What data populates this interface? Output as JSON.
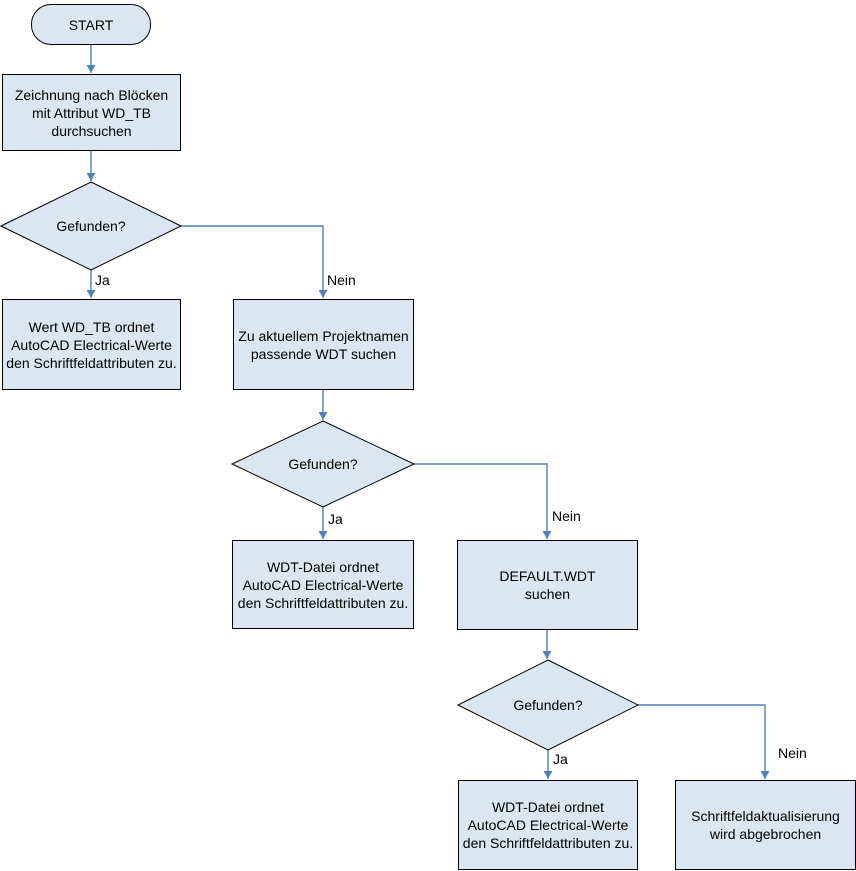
{
  "diagram": {
    "colors": {
      "node_fill": "#dce6f2",
      "node_border": "#000000",
      "connector": "#4f81bd",
      "text": "#000000",
      "background": "#ffffff"
    },
    "nodes": {
      "start": {
        "type": "terminator",
        "label": "START"
      },
      "scan_blocks": {
        "type": "process",
        "label": "Zeichnung nach Blöcken\nmit Attribut WD_TB\ndurchsuchen"
      },
      "decision_1": {
        "type": "decision",
        "label": "Gefunden?"
      },
      "assign_wd_tb": {
        "type": "process",
        "label": "Wert WD_TB ordnet\nAutoCAD Electrical-Werte\nden Schriftfeldattributen zu."
      },
      "search_project_wdt": {
        "type": "process",
        "label": "Zu aktuellem Projektnamen\npassende WDT suchen"
      },
      "decision_2": {
        "type": "decision",
        "label": "Gefunden?"
      },
      "assign_wdt_file_1": {
        "type": "process",
        "label": "WDT-Datei ordnet\nAutoCAD Electrical-Werte\nden Schriftfeldattributen zu."
      },
      "search_default_wdt": {
        "type": "process",
        "label": "DEFAULT.WDT\nsuchen"
      },
      "decision_3": {
        "type": "decision",
        "label": "Gefunden?"
      },
      "assign_wdt_file_2": {
        "type": "process",
        "label": "WDT-Datei ordnet\nAutoCAD Electrical-Werte\nden Schriftfeldattributen zu."
      },
      "abort_update": {
        "type": "process",
        "label": "Schriftfeldaktualisierung\nwird abgebrochen"
      }
    },
    "edge_labels": {
      "decision_1_yes": "Ja",
      "decision_1_no": "Nein",
      "decision_2_yes": "Ja",
      "decision_2_no": "Nein",
      "decision_3_yes": "Ja",
      "decision_3_no": "Nein"
    }
  }
}
